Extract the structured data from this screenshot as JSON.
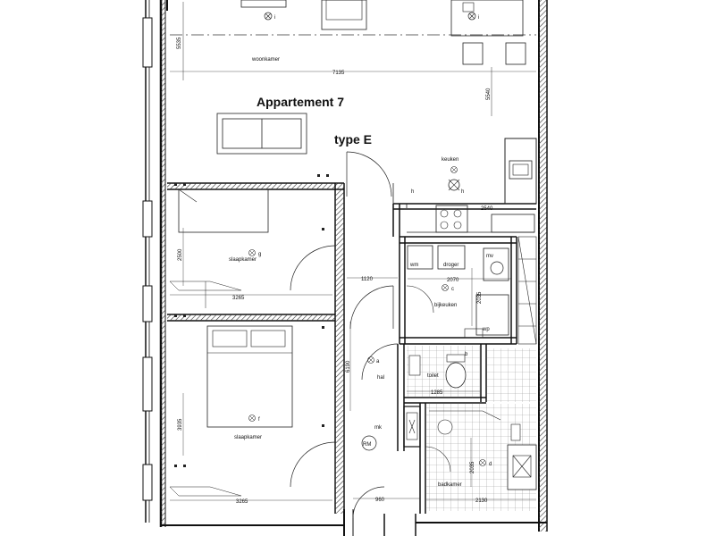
{
  "title": "Appartement 7",
  "subtitle": "type E",
  "rooms": {
    "woonkamer": "woonkamer",
    "keuken": "keuken",
    "slaapkamer1": "slaapkamer",
    "slaapkamer2": "slaapkamer",
    "bijkeuken": "bijkeuken",
    "hal": "hal",
    "badkamer": "badkamer",
    "toilet": "toilet",
    "wm": "wm",
    "droger": "droger",
    "mv": "mv",
    "wp": "wp",
    "mk": "mk",
    "rm": "RM"
  },
  "dimensions": {
    "woon_width": "7135",
    "woon_depth_left": "5535",
    "woon_depth_right": "5540",
    "keuken_width": "2540",
    "slaap1_depth": "2500",
    "slaap1_width": "3265",
    "gang_width": "1120",
    "bijkeuken_width": "2070",
    "bijkeuken_depth": "2035",
    "hal_depth": "6190",
    "toilet_width": "1285",
    "slaap2_depth": "3935",
    "slaap2_width": "3265",
    "bad_depth": "2035",
    "bad_width": "2130",
    "meterkast_width": "960"
  },
  "fixture_codes": {
    "woon": "i",
    "keuken": "h",
    "keuken_switch": "h",
    "slaap1": "g",
    "bijkeuken": "c",
    "hal": "a",
    "slaap2": "f",
    "bad": "d",
    "toilet": "b",
    "top_right": "i"
  },
  "colors": {
    "wall": "#111111",
    "line": "#222222",
    "tile": "#9a9a9a",
    "dash": "#333333"
  }
}
